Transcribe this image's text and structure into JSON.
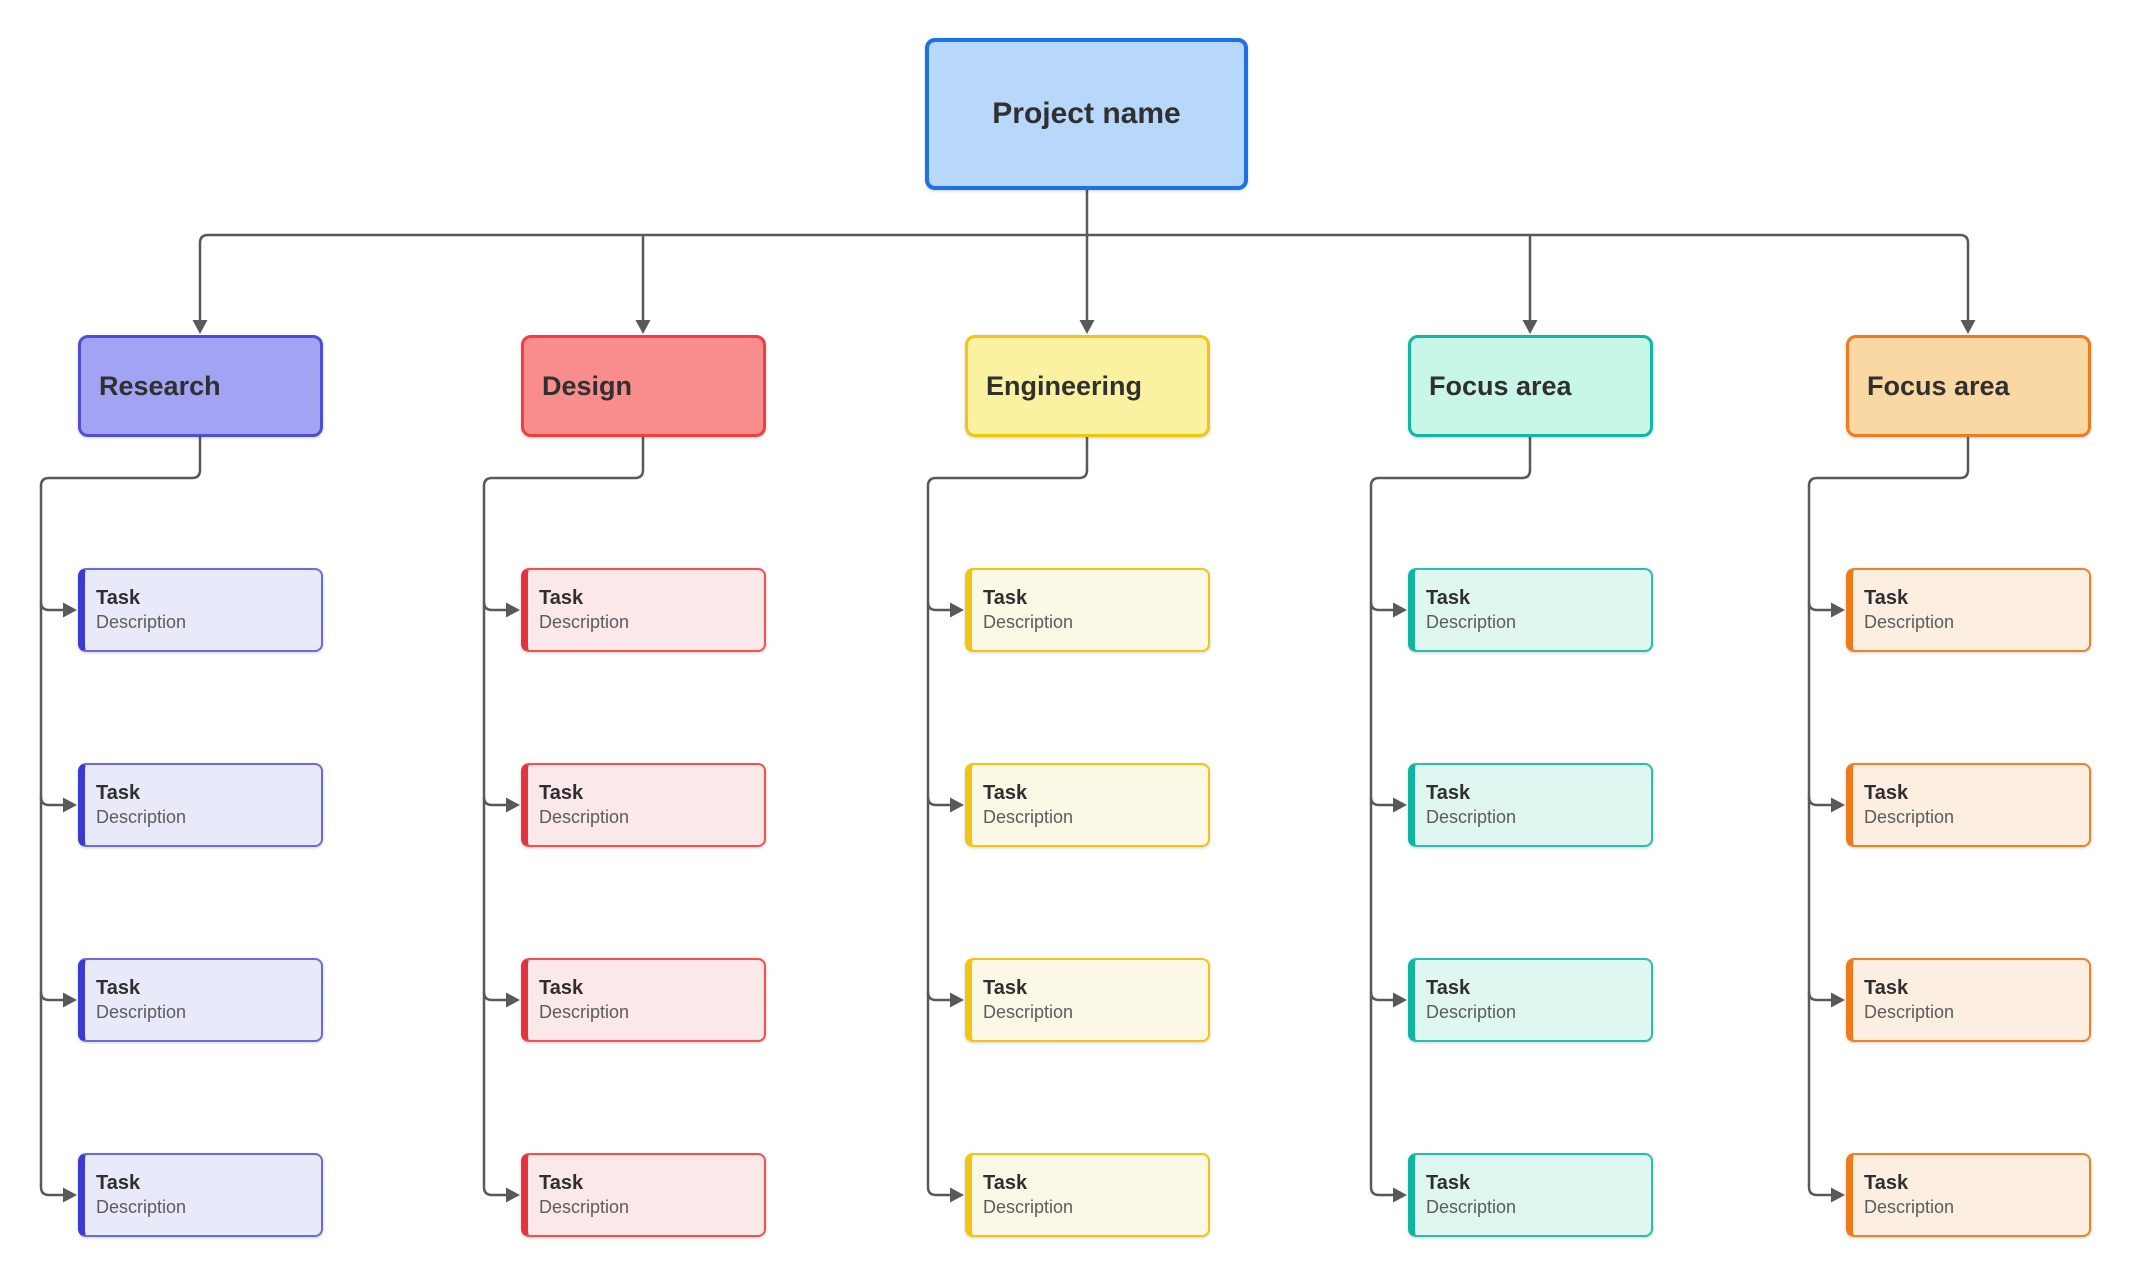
{
  "diagram": {
    "connector_color": "#595959",
    "root": {
      "label": "Project name",
      "fill": "#B7D7FB",
      "border": "#1C71E8"
    },
    "columns": [
      {
        "label": "Research",
        "colors": {
          "category_fill": "#A3A3F3",
          "category_border": "#4F4ED6",
          "task_fill": "#E9EAF9",
          "task_border": "#6B6BDE",
          "task_bar": "#3B3BD4"
        },
        "tasks": [
          {
            "title": "Task",
            "description": "Description"
          },
          {
            "title": "Task",
            "description": "Description"
          },
          {
            "title": "Task",
            "description": "Description"
          },
          {
            "title": "Task",
            "description": "Description"
          }
        ]
      },
      {
        "label": "Design",
        "colors": {
          "category_fill": "#F98D8D",
          "category_border": "#F23E3E",
          "task_fill": "#FBE8E8",
          "task_border": "#F5504E",
          "task_bar": "#E5323F"
        },
        "tasks": [
          {
            "title": "Task",
            "description": "Description"
          },
          {
            "title": "Task",
            "description": "Description"
          },
          {
            "title": "Task",
            "description": "Description"
          },
          {
            "title": "Task",
            "description": "Description"
          }
        ]
      },
      {
        "label": "Engineering",
        "colors": {
          "category_fill": "#FAF2A0",
          "category_border": "#F3C50F",
          "task_fill": "#FCF8E6",
          "task_border": "#F2C511",
          "task_bar": "#F2C511"
        },
        "tasks": [
          {
            "title": "Task",
            "description": "Description"
          },
          {
            "title": "Task",
            "description": "Description"
          },
          {
            "title": "Task",
            "description": "Description"
          },
          {
            "title": "Task",
            "description": "Description"
          }
        ]
      },
      {
        "label": "Focus area",
        "colors": {
          "category_fill": "#C8F6E9",
          "category_border": "#10B7A4",
          "task_fill": "#E0F7F1",
          "task_border": "#27BFAD",
          "task_bar": "#0FB5A1"
        },
        "tasks": [
          {
            "title": "Task",
            "description": "Description"
          },
          {
            "title": "Task",
            "description": "Description"
          },
          {
            "title": "Task",
            "description": "Description"
          },
          {
            "title": "Task",
            "description": "Description"
          }
        ]
      },
      {
        "label": "Focus area",
        "colors": {
          "category_fill": "#FAD8A3",
          "category_border": "#EF7A20",
          "task_fill": "#FCEFE2",
          "task_border": "#F08127",
          "task_bar": "#EF7A1E"
        },
        "tasks": [
          {
            "title": "Task",
            "description": "Description"
          },
          {
            "title": "Task",
            "description": "Description"
          },
          {
            "title": "Task",
            "description": "Description"
          },
          {
            "title": "Task",
            "description": "Description"
          }
        ]
      }
    ]
  }
}
